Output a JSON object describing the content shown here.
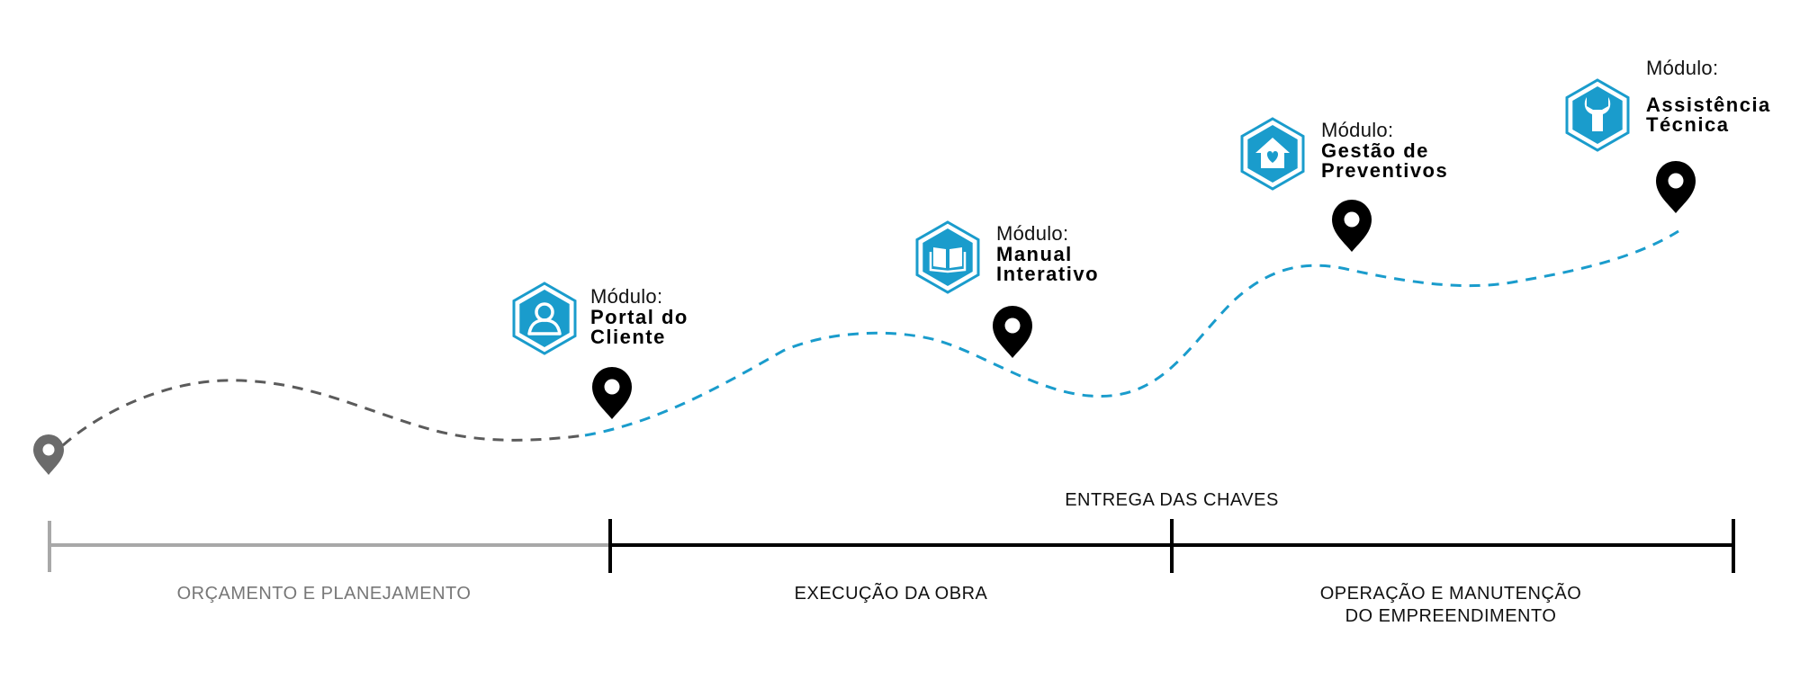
{
  "colors": {
    "accent": "#1a9ccc",
    "pin": "#000000",
    "start_pin": "#6b6b6b",
    "path_start": "#5b5b5b",
    "path_main": "#1a9ccc",
    "timeline_grey": "#a8a8a8",
    "timeline_dark": "#000000"
  },
  "modules": [
    {
      "prefix": "Módulo:",
      "name_lines": [
        "Portal do",
        "Cliente"
      ],
      "icon": "user-icon"
    },
    {
      "prefix": "Módulo:",
      "name_lines": [
        "Manual",
        "Interativo"
      ],
      "icon": "book-icon"
    },
    {
      "prefix": "Módulo:",
      "name_lines": [
        "Gestão de",
        "Preventivos"
      ],
      "icon": "home-heart-icon"
    },
    {
      "prefix": "Módulo:",
      "name_lines": [
        "Assistência",
        "Técnica"
      ],
      "icon": "wrench-icon"
    }
  ],
  "milestone": {
    "label": "ENTREGA DAS CHAVES"
  },
  "phases": [
    {
      "lines": [
        "ORÇAMENTO E PLANEJAMENTO"
      ]
    },
    {
      "lines": [
        "EXECUÇÃO DA OBRA"
      ]
    },
    {
      "lines": [
        "OPERAÇÃO E MANUTENÇÃO",
        "DO EMPREENDIMENTO"
      ]
    }
  ]
}
